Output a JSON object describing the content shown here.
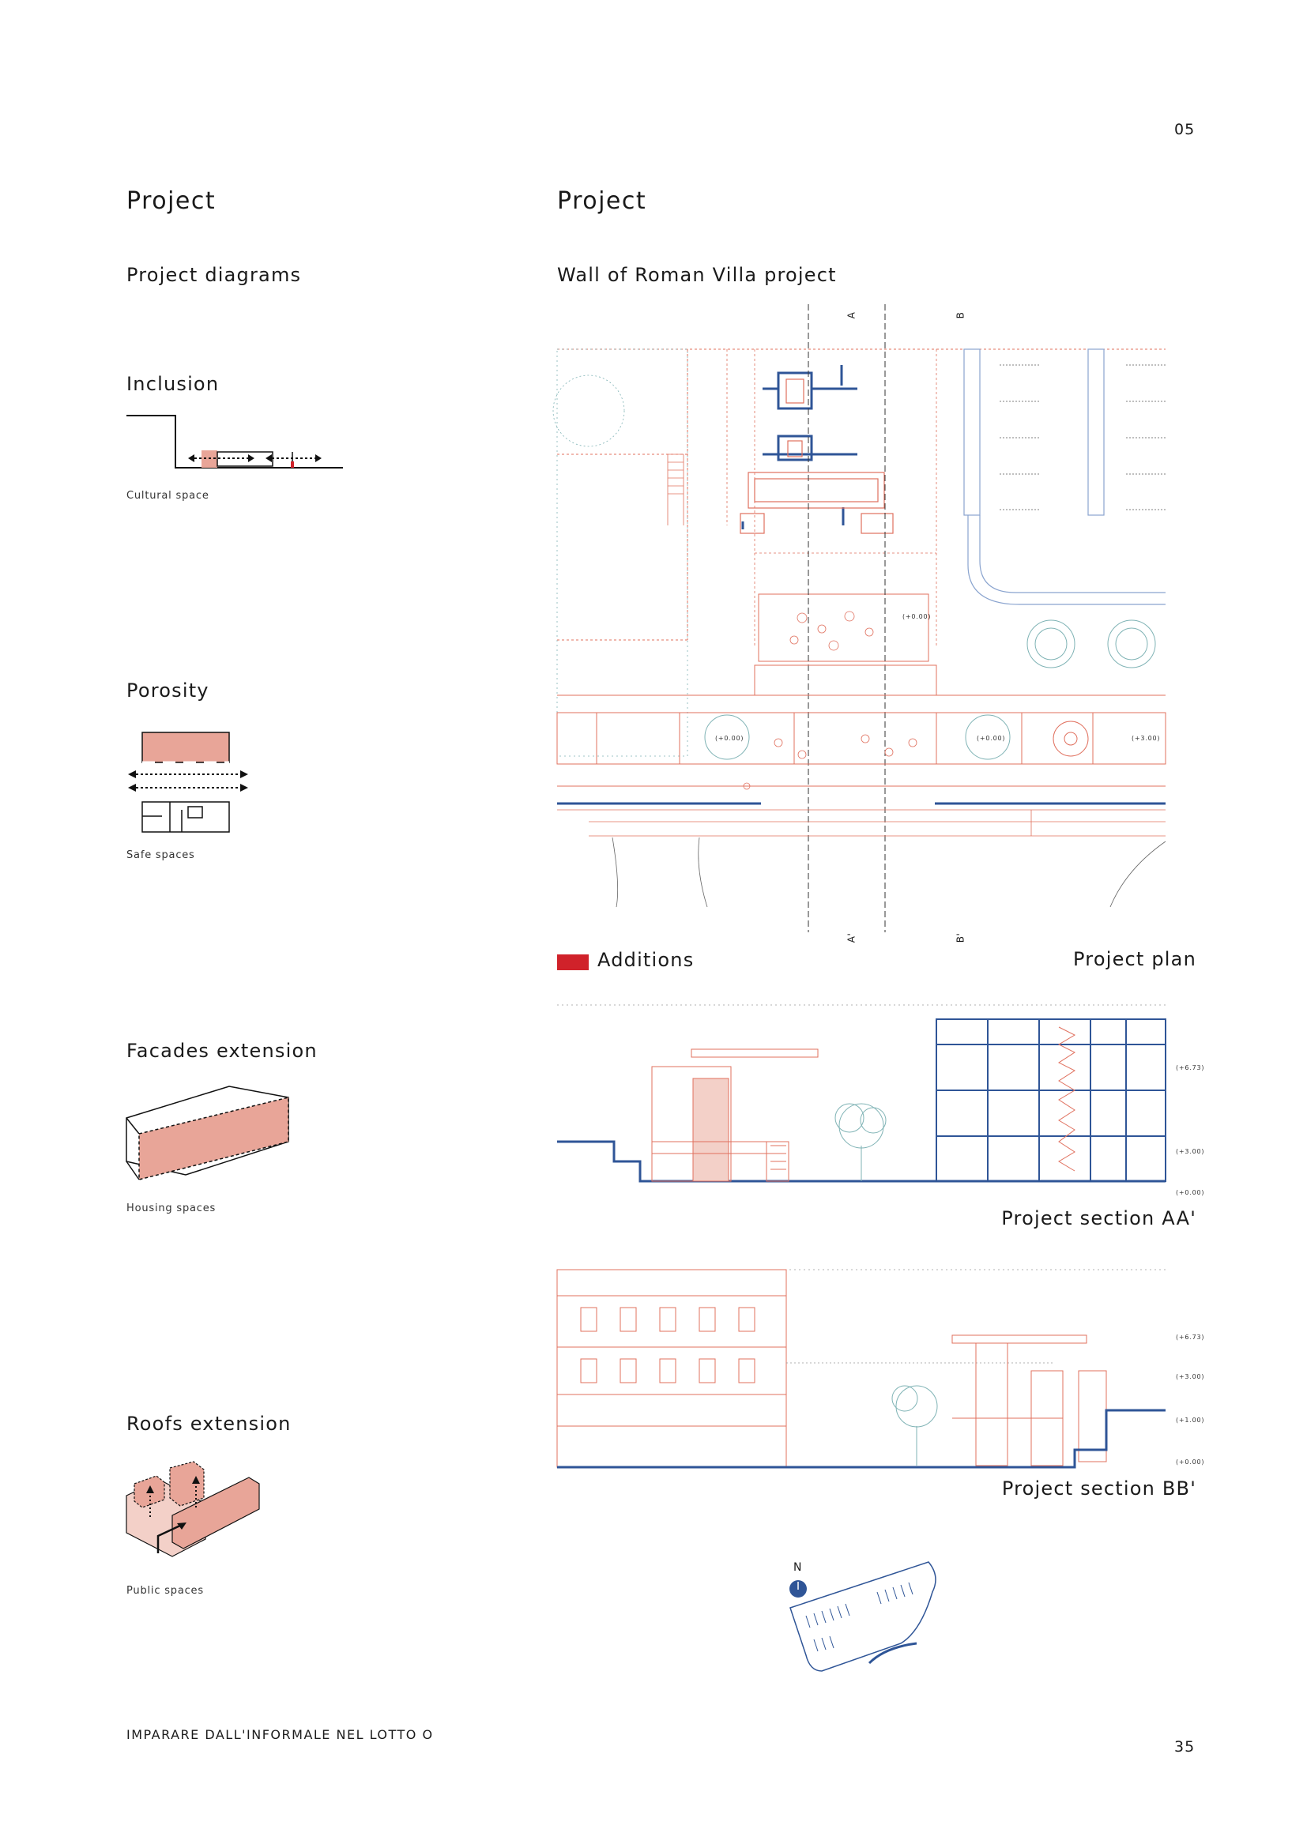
{
  "header": {
    "page_section": "05"
  },
  "left": {
    "title": "Project",
    "subtitle": "Project diagrams",
    "diagrams": [
      {
        "heading": "Inclusion",
        "caption": "Cultural space"
      },
      {
        "heading": "Porosity",
        "caption": "Safe spaces"
      },
      {
        "heading": "Facades extension",
        "caption": "Housing spaces"
      },
      {
        "heading": "Roofs extension",
        "caption": "Public spaces"
      }
    ]
  },
  "right": {
    "title": "Project",
    "subtitle": "Wall of Roman Villa project",
    "plan": {
      "section_marks": {
        "a_top": "A",
        "b_top": "B",
        "a_bottom": "A'",
        "b_bottom": "B'"
      },
      "levels": [
        "(+0.00)",
        "(+0.00)",
        "(+0.00)",
        "(+3.00)"
      ],
      "legend": "Additions",
      "label": "Project plan"
    },
    "section_aa": {
      "levels": [
        "(+6.73)",
        "(+3.00)",
        "(+0.00)"
      ],
      "label": "Project section AA'"
    },
    "section_bb": {
      "levels": [
        "(+6.73)",
        "(+3.00)",
        "(+1.00)",
        "(+0.00)"
      ],
      "label": "Project section BB'"
    },
    "north": "N"
  },
  "footer": {
    "book_title": "IMPARARE DALL'INFORMALE NEL LOTTO O",
    "page_number": "35"
  },
  "colors": {
    "accent_red": "#d0222a",
    "salmon": "#e8a598",
    "line_red": "#e0705e",
    "blue": "#2f5597",
    "teal": "#7fb3b5"
  }
}
